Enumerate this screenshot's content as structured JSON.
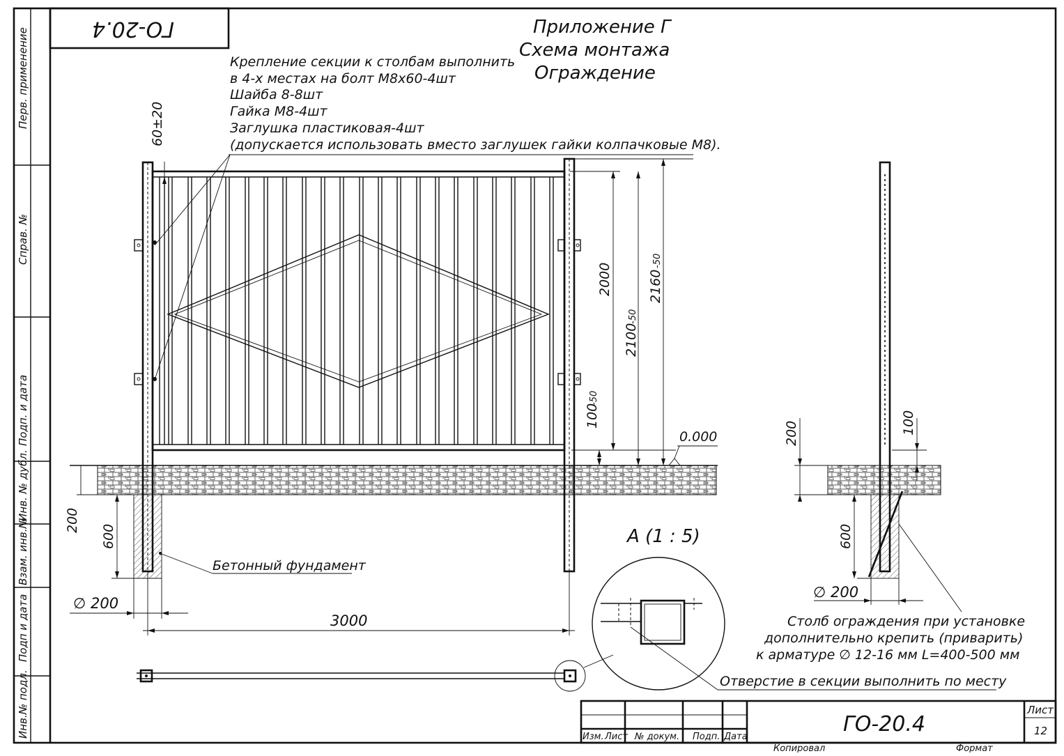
{
  "stamp": {
    "code_rotated": "ГО-20.4",
    "title_code": "ГО-20.4",
    "sheet_label": "Лист",
    "sheet_number": "12",
    "cols": [
      "Изм.",
      "Лист",
      "№ докум.",
      "Подп.",
      "Дата"
    ],
    "copied": "Копировал",
    "format": "Формат"
  },
  "side_strip": [
    "Перв. применение",
    "Справ. №",
    "Подп. и дата",
    "Инв. № дубл.",
    "Взам. инв.№",
    "Подп и дата",
    "Инв.№ подл."
  ],
  "title": {
    "line1": "Приложение Г",
    "line2": "Схема монтажа",
    "line3": "Ограждение"
  },
  "notes": [
    "Крепление секции к столбам выполнить",
    "в 4-х местах на болт М8х60-4шт",
    "Шайба 8-8шт",
    "Гайка М8-4шт",
    "Заглушка пластиковая-4шт",
    "(допускается использовать вместо заглушек гайки колпачковые М8)."
  ],
  "dims": {
    "top_gap": "60±20",
    "h2000": "2000",
    "h2100": "2100",
    "h2100_tol": "-50",
    "h2160": "2160",
    "h2160_tol": "-50",
    "h100": "100",
    "h100_tol": "-50",
    "level": "0.000",
    "found_200": "200",
    "found_600": "600",
    "diam": "∅ 200",
    "span": "3000",
    "side_200": "200",
    "side_100": "100",
    "side_600": "600",
    "side_diam": "∅ 200"
  },
  "labels": {
    "foundation": "Бетонный фундамент",
    "detail": "А (1 : 5)",
    "hole_note": "Отверстие в секции выполнить по месту",
    "post_note": [
      "Столб ограждения при установке",
      "дополнительно крепить (приварить)",
      "к арматуре ∅ 12-16 мм L=400-500 мм"
    ]
  }
}
